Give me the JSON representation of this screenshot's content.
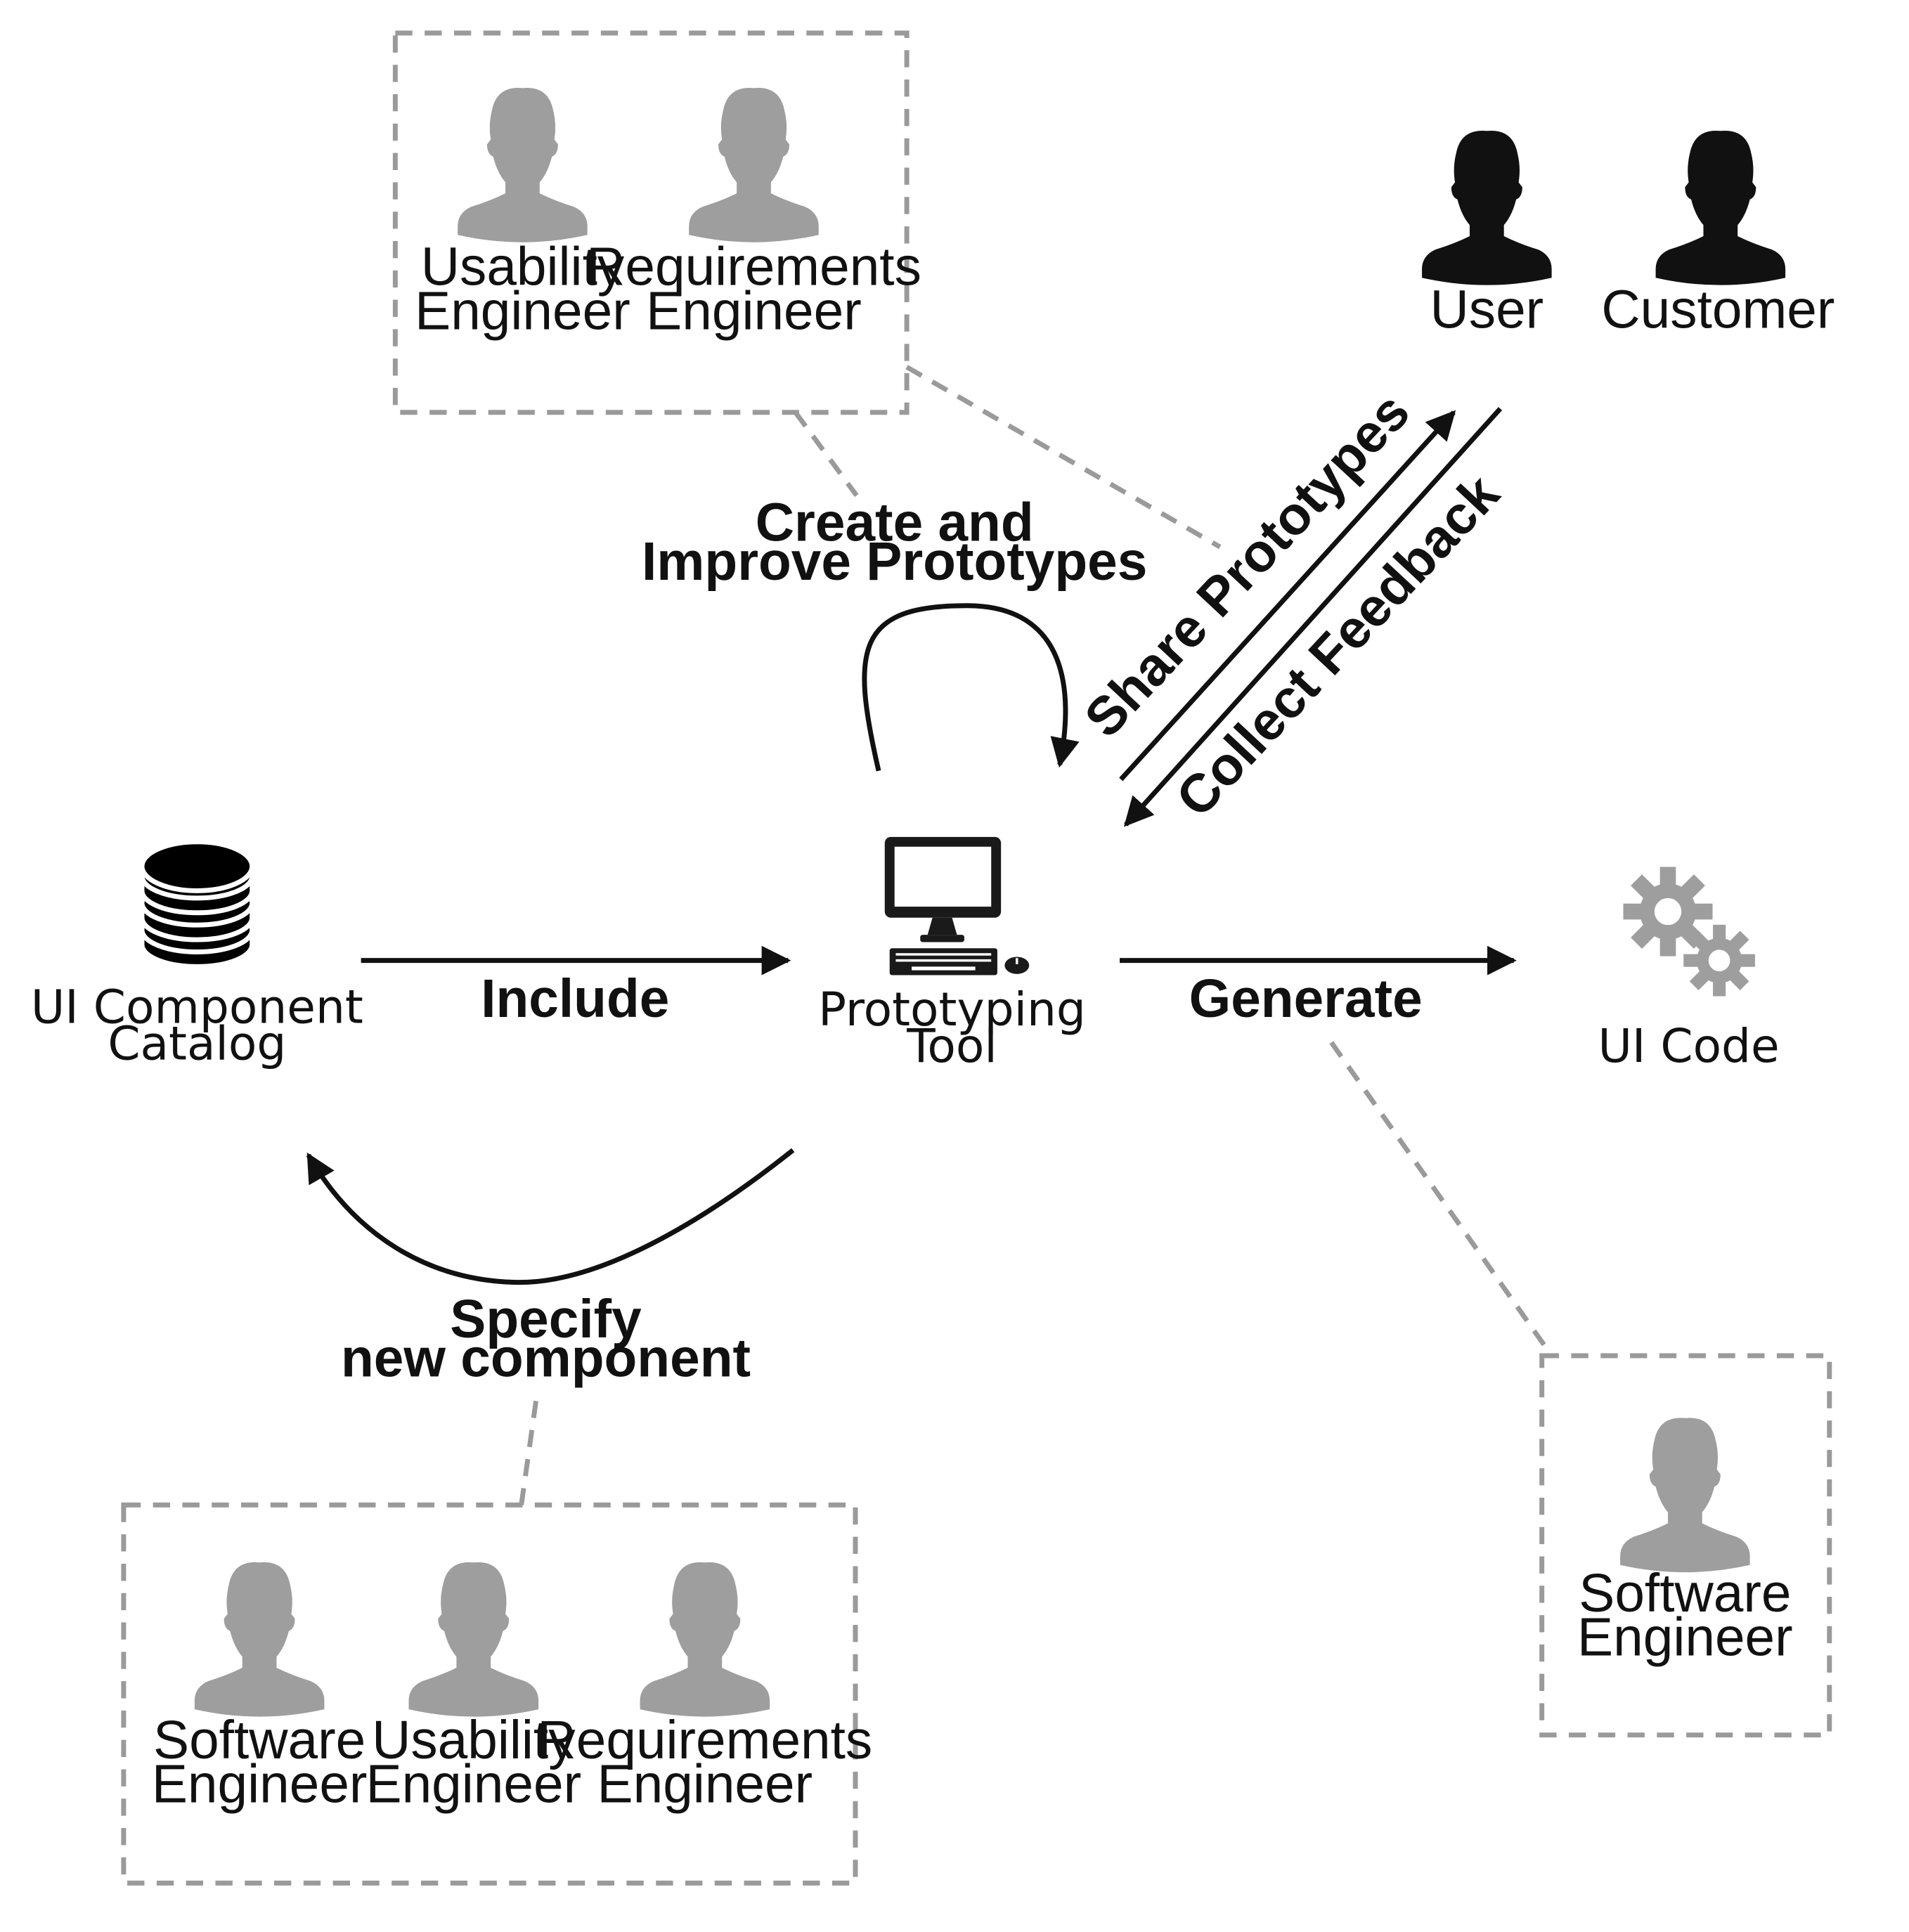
{
  "colors": {
    "team_person": "#9e9e9e",
    "stakeholder_person": "#111111",
    "gear": "#9e9e9e",
    "database": "#000000",
    "computer": "#1a1a1a",
    "dashed": "#9a9a9a"
  },
  "icons": {
    "person": "person-icon",
    "database": "database-icon",
    "computer": "computer-icon",
    "gears": "gears-icon"
  },
  "groups": {
    "top": {
      "members": [
        {
          "line1": "Usability",
          "line2": "Engineer"
        },
        {
          "line1": "Requirements",
          "line2": "Engineer"
        }
      ]
    },
    "bottom": {
      "members": [
        {
          "line1": "Software",
          "line2": "Engineer"
        },
        {
          "line1": "Usability",
          "line2": "Engineer"
        },
        {
          "line1": "Requirements",
          "line2": "Engineer"
        }
      ]
    },
    "right": {
      "members": [
        {
          "line1": "Software",
          "line2": "Engineer"
        }
      ]
    }
  },
  "stakeholders": [
    {
      "label": "User"
    },
    {
      "label": "Customer"
    }
  ],
  "nodes": {
    "catalog": {
      "line1": "UI Component",
      "line2": "Catalog"
    },
    "tool": {
      "line1": "Prototyping",
      "line2": "Tool"
    },
    "code": {
      "line1": "UI Code"
    }
  },
  "edges": {
    "include": "Include",
    "generate": "Generate",
    "create": {
      "line1": "Create and",
      "line2": "Improve Prototypes"
    },
    "specify": {
      "line1": "Specify",
      "line2": "new component"
    },
    "share": "Share Prototypes",
    "collect": "Collect Feedback"
  }
}
